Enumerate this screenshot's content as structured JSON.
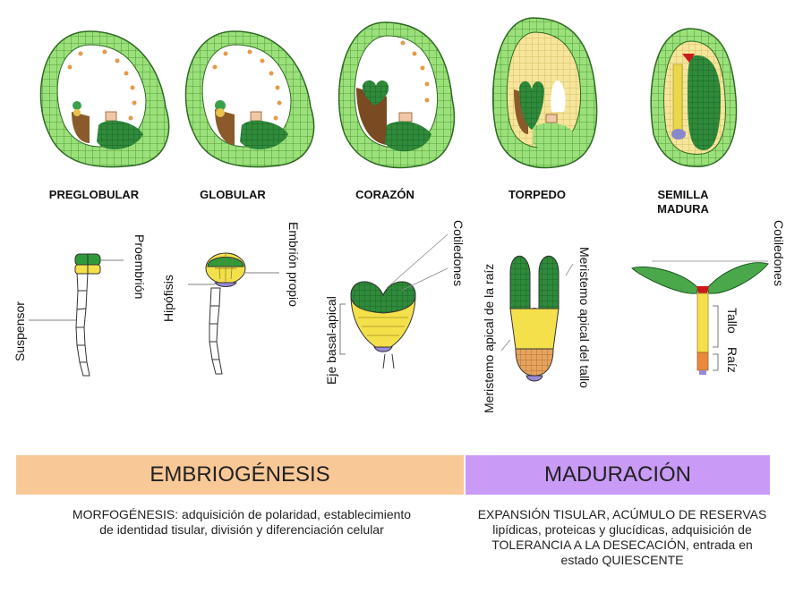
{
  "stages": [
    "PREGLOBULAR",
    "GLOBULAR",
    "CORAZÓN",
    "TORPEDO",
    "SEMILLA MADURA"
  ],
  "labels": {
    "suspensor": "Suspensor",
    "proembrion": "Proembrión",
    "hipofisis": "Hipófisis",
    "embrion_propio": "Embrión propio",
    "eje_basal_apical": "Eje basal-apical",
    "cotiledones_1": "Cotiledones",
    "meristemo_raiz": "Meristemo apical de la raíz",
    "meristemo_tallo": "Meristemo apical del tallo",
    "cotiledones_2": "Cotiledones",
    "tallo": "Tallo",
    "raiz": "Raíz"
  },
  "phases": {
    "embriogenesis": {
      "title": "EMBRIOGÉNESIS",
      "description": "MORFOGÉNESIS: adquisición de polaridad, establecimiento de identidad tisular, división y diferenciación celular",
      "color": "#f9c897"
    },
    "maduracion": {
      "title": "MADURACIÓN",
      "description": "EXPANSIÓN TISULAR, ACÚMULO DE RESERVAS lipídicas, proteicas y glucídicas, adquisición de TOLERANCIA A LA DESECACIÓN, entrada en estado QUIESCENTE",
      "color": "#c99af6"
    }
  }
}
